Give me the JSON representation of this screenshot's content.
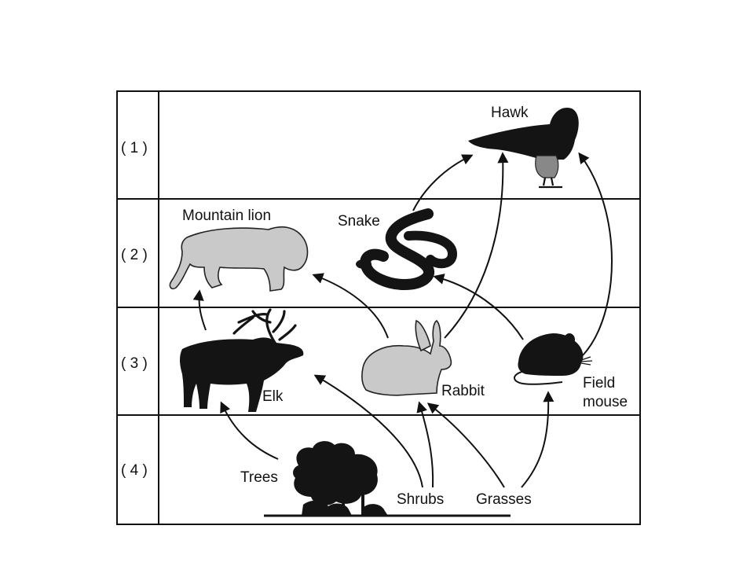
{
  "levels": [
    "( 1 )",
    "( 2 )",
    "( 3 )",
    "( 4 )"
  ],
  "organisms": {
    "hawk": "Hawk",
    "mountain_lion": "Mountain lion",
    "snake": "Snake",
    "elk": "Elk",
    "rabbit": "Rabbit",
    "field_mouse_line1": "Field",
    "field_mouse_line2": "mouse",
    "trees": "Trees",
    "shrubs": "Shrubs",
    "grasses": "Grasses"
  },
  "edges": [
    {
      "from": "Trees",
      "to": "Elk"
    },
    {
      "from": "Shrubs",
      "to": "Elk"
    },
    {
      "from": "Shrubs",
      "to": "Rabbit"
    },
    {
      "from": "Grasses",
      "to": "Rabbit"
    },
    {
      "from": "Grasses",
      "to": "Field mouse"
    },
    {
      "from": "Elk",
      "to": "Mountain lion"
    },
    {
      "from": "Rabbit",
      "to": "Mountain lion"
    },
    {
      "from": "Field mouse",
      "to": "Snake"
    },
    {
      "from": "Snake",
      "to": "Hawk"
    },
    {
      "from": "Rabbit",
      "to": "Hawk"
    },
    {
      "from": "Field mouse",
      "to": "Hawk"
    }
  ]
}
